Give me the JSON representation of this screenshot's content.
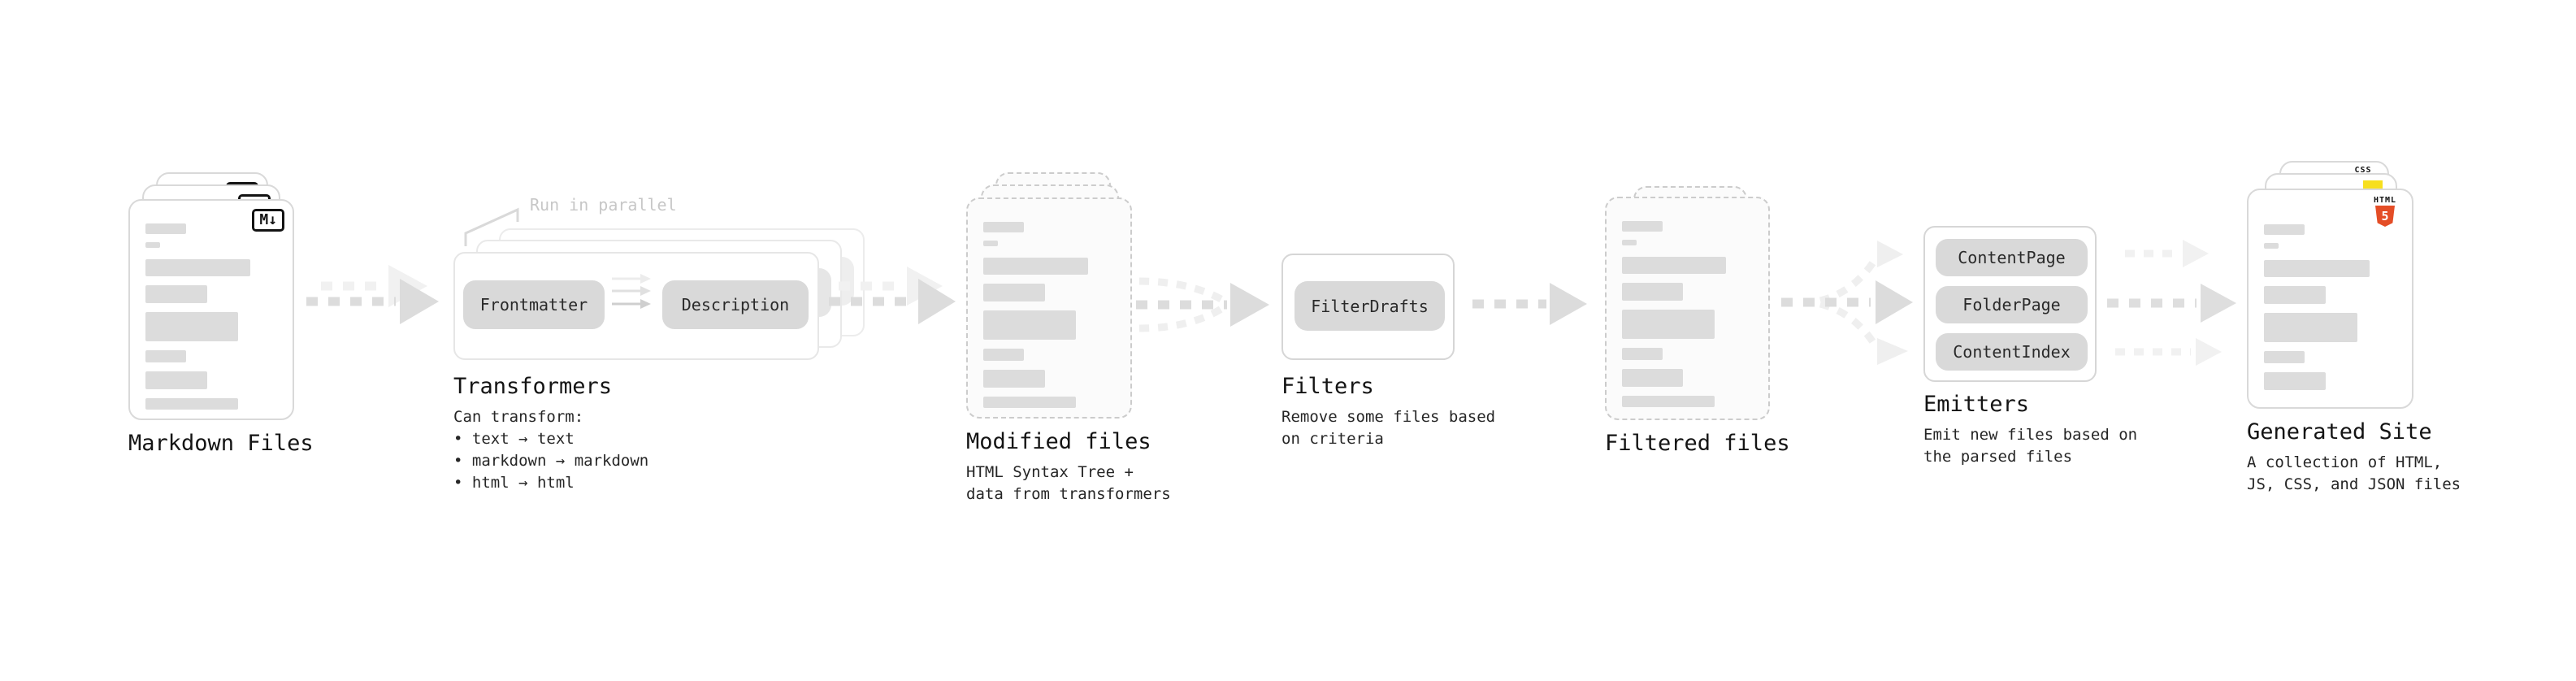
{
  "diagram": {
    "markdown_files": {
      "title": "Markdown Files",
      "badge": "M↓"
    },
    "transformers": {
      "title": "Transformers",
      "annotation": "Run in parallel",
      "pills": [
        "Frontmatter",
        "Description"
      ],
      "description": "Can transform:\n • text → text\n • markdown → markdown\n • html → html"
    },
    "modified_files": {
      "title": "Modified files",
      "description": "HTML Syntax Tree +\ndata from transformers"
    },
    "filters": {
      "title": "Filters",
      "pills": [
        "FilterDrafts"
      ],
      "description": "Remove some files based\non criteria"
    },
    "filtered_files": {
      "title": "Filtered files"
    },
    "emitters": {
      "title": "Emitters",
      "pills": [
        "ContentPage",
        "FolderPage",
        "ContentIndex"
      ],
      "description": "Emit new files based on\nthe parsed files"
    },
    "generated_site": {
      "title": "Generated Site",
      "description": "A collection of HTML,\nJS, CSS, and JSON files",
      "badges": {
        "html_label": "HTML",
        "html_number": "5",
        "css_label": "CSS"
      }
    },
    "colors": {
      "html5_orange": "#e44d26",
      "js_yellow": "#f7df1e",
      "css_blue": "#2d6ff2"
    }
  }
}
